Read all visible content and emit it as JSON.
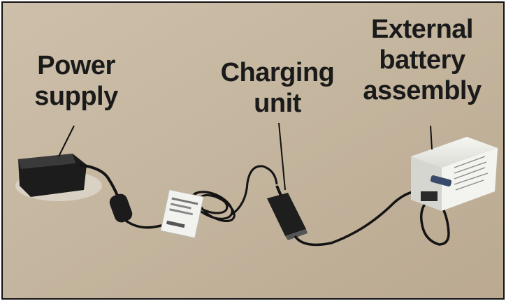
{
  "labels": {
    "power_supply": "Power\nsupply",
    "charging_unit": "Charging\nunit",
    "external_battery": "External\nbattery\nassembly"
  },
  "colors": {
    "background": "#c7b8a2",
    "label_text": "#1a1a1a",
    "cable": "#141414",
    "battery_case": "#eeeeea"
  }
}
